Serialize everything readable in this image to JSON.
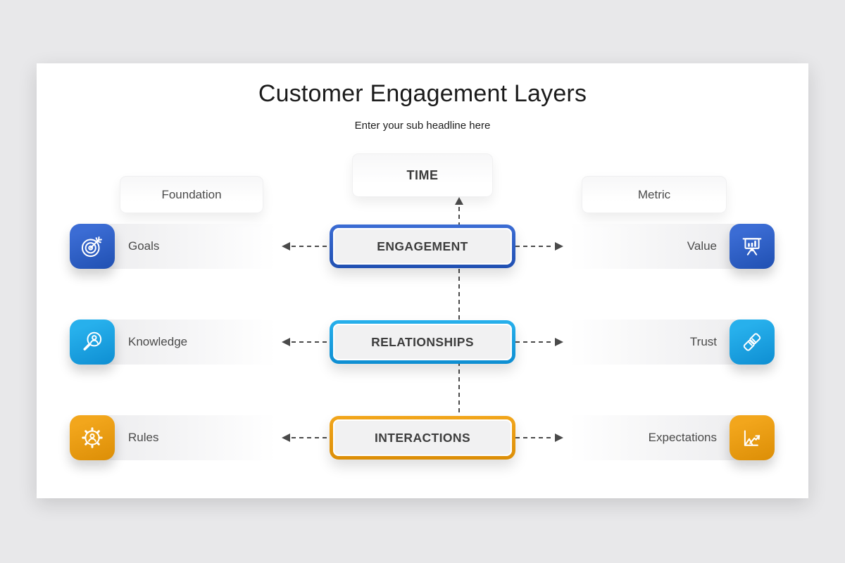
{
  "title": "Customer Engagement Layers",
  "subtitle": "Enter your sub headline here",
  "time_box": {
    "label": "TIME"
  },
  "columns": {
    "left": {
      "header": "Foundation",
      "rows": [
        {
          "label": "Goals",
          "icon": "target-arrow-icon",
          "color": "blue"
        },
        {
          "label": "Knowledge",
          "icon": "search-user-icon",
          "color": "cyan"
        },
        {
          "label": "Rules",
          "icon": "gear-user-icon",
          "color": "orange"
        }
      ]
    },
    "center": {
      "layers": [
        {
          "label": "ENGAGEMENT",
          "color": "blue"
        },
        {
          "label": "RELATIONSHIPS",
          "color": "cyan"
        },
        {
          "label": "INTERACTIONS",
          "color": "orange"
        }
      ]
    },
    "right": {
      "header": "Metric",
      "rows": [
        {
          "label": "Value",
          "icon": "presentation-chart-icon",
          "color": "blue"
        },
        {
          "label": "Trust",
          "icon": "handshake-icon",
          "color": "cyan"
        },
        {
          "label": "Expectations",
          "icon": "growth-chart-icon",
          "color": "orange"
        }
      ]
    }
  },
  "colors": {
    "blue": {
      "light": "#3b6cd4",
      "dark": "#2050b2"
    },
    "cyan": {
      "light": "#27b0ec",
      "dark": "#0e8ed2"
    },
    "orange": {
      "light": "#f2a61c",
      "dark": "#dc8e06"
    }
  },
  "connector_color": "#4a4a4a"
}
